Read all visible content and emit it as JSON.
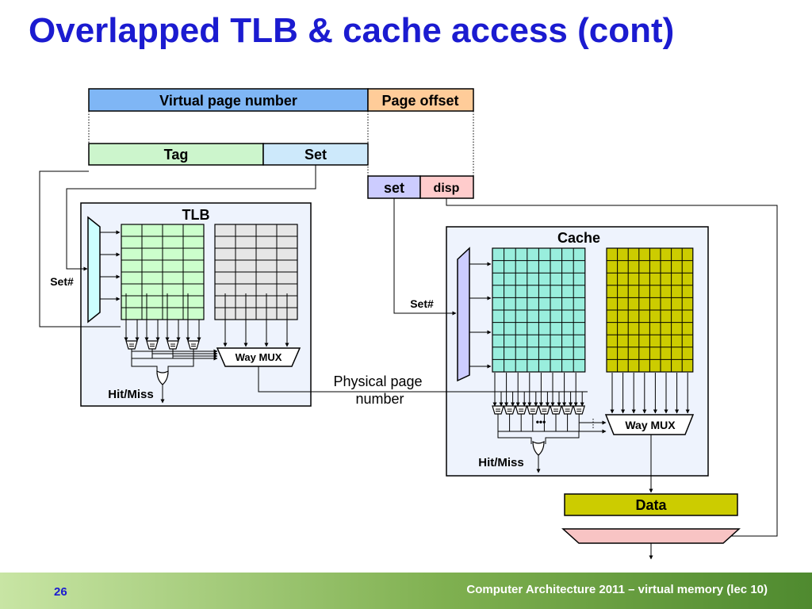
{
  "slide": {
    "title": "Overlapped TLB & cache access (cont)",
    "number": "26",
    "footer": "Computer Architecture 2011 – virtual memory (lec 10)"
  },
  "address": {
    "vpn_label": "Virtual page number",
    "offset_label": "Page offset",
    "tag_label": "Tag",
    "set_label": "Set",
    "cache_set_label": "set",
    "disp_label": "disp"
  },
  "tlb": {
    "title": "TLB",
    "set_label": "Set#",
    "mux_label": "Way MUX",
    "hitmiss_label": "Hit/Miss",
    "ways": 4,
    "tag_rows": 8
  },
  "cache": {
    "title": "Cache",
    "set_label": "Set#",
    "mux_label": "Way MUX",
    "hitmiss_label": "Hit/Miss",
    "ways": 8,
    "rows": 10,
    "ellipsis": "•••"
  },
  "physical_page_label": "Physical page\nnumber",
  "data_label": "Data",
  "colors": {
    "title": "#1b1bd0",
    "vpn": "#7fb6f5",
    "offset": "#ffcc99",
    "tag": "#ccf5cc",
    "set": "#cde9fb",
    "cache_set": "#ccccff",
    "disp": "#ffcccc",
    "tlb_tag": "#ccffcc",
    "tlb_data": "#e6e6e6",
    "cache_tag": "#99eedd",
    "cache_data": "#cccc00",
    "panel": "#eef3fd",
    "decoder_tlb": "#ccffff",
    "decoder_cache": "#ccccff",
    "data_box": "#cccc00",
    "select": "#f8c4c4"
  }
}
